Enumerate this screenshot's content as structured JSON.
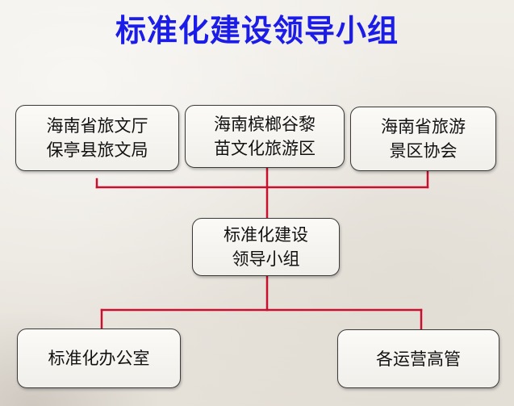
{
  "title": "标准化建设领导小组",
  "nodes": {
    "top_left": "海南省旅文厅\n保亭县旅文局",
    "top_center": "海南槟榔谷黎\n苗文化旅游区",
    "top_right": "海南省旅游\n景区协会",
    "center": "标准化建设\n领导小组",
    "bottom_left": "标准化办公室",
    "bottom_right": "各运营高管"
  },
  "colors": {
    "title": "#1c1ce8",
    "connector": "#c8102e",
    "node_border": "#3a3a3a"
  }
}
